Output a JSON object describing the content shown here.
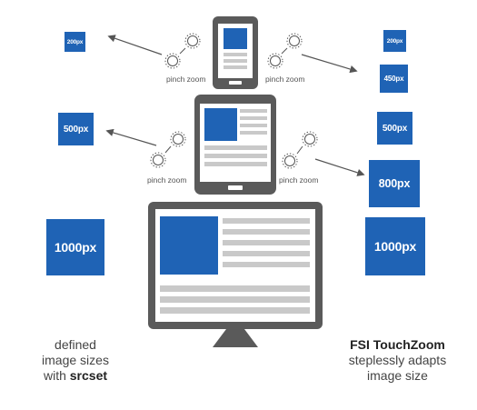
{
  "boxes": {
    "left_200": "200px",
    "left_500": "500px",
    "left_1000": "1000px",
    "right_200": "200px",
    "right_450": "450px",
    "right_500": "500px",
    "right_800": "800px",
    "right_1000": "1000px"
  },
  "labels": {
    "pinch_zoom": "pinch zoom"
  },
  "captions": {
    "left_line1": "defined",
    "left_line2": "image sizes",
    "left_line3_prefix": "with ",
    "left_line3_bold": "srcset",
    "right_line1": "FSI TouchZoom",
    "right_line2": "steplessly adapts",
    "right_line3": "image size"
  },
  "colors": {
    "image_blue": "#1f63b5",
    "device_gray": "#5a5a5a",
    "placeholder_gray": "#c9c9c9"
  }
}
